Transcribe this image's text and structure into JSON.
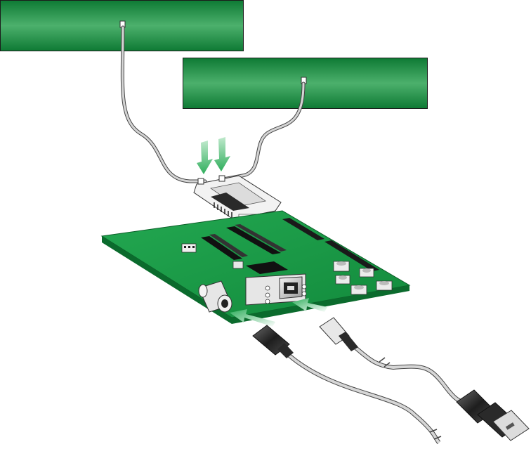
{
  "diagram": {
    "colors": {
      "panel_top": "#34a55a",
      "panel_bottom": "#0e7a34",
      "board": "#1aa04a",
      "board_edge": "#0b6b2d",
      "arrow": "#3fb96a",
      "cable": "#cfcfcf",
      "cable_outline": "#444444",
      "connector_dark": "#2a2a2a"
    },
    "parts": [
      {
        "id": "antenna-panel-left",
        "icon": "antenna-panel"
      },
      {
        "id": "antenna-panel-right",
        "icon": "antenna-panel"
      },
      {
        "id": "rf-module",
        "icon": "radio-module"
      },
      {
        "id": "carrier-board",
        "icon": "pcb"
      },
      {
        "id": "power-cable",
        "icon": "dc-barrel-plug"
      },
      {
        "id": "usb-cable",
        "icon": "usb-a-plug"
      }
    ],
    "arrows": [
      {
        "id": "antenna-to-module-arrows",
        "direction": "down"
      },
      {
        "id": "power-to-jack-arrow",
        "direction": "up-left"
      },
      {
        "id": "usb-to-port-arrow",
        "direction": "up-left"
      }
    ]
  }
}
